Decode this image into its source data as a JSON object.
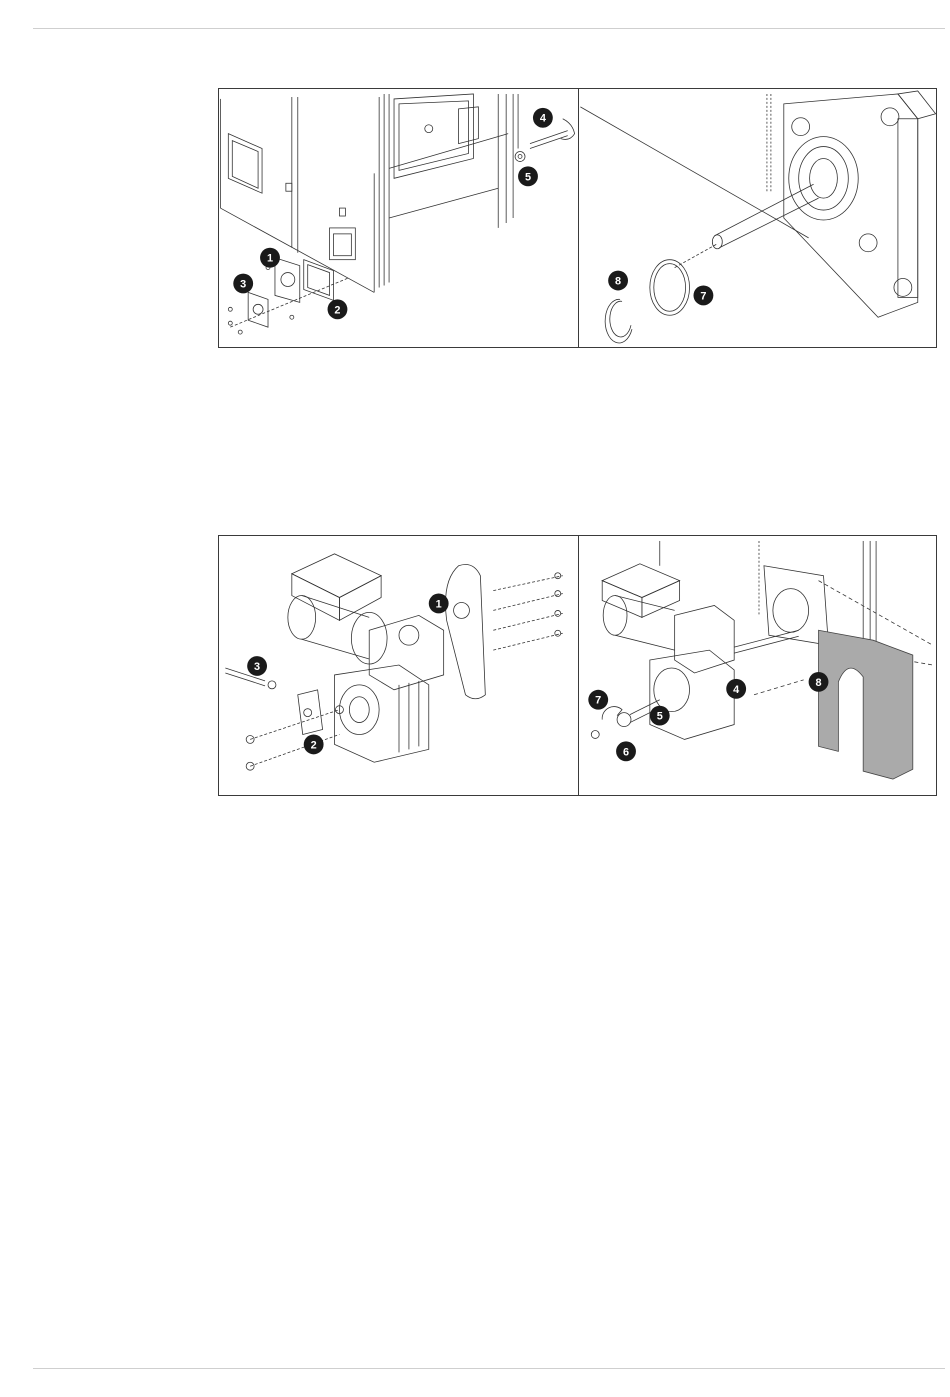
{
  "figure_top": {
    "left_panel": {
      "callouts": [
        {
          "id": "1",
          "label": "1"
        },
        {
          "id": "2",
          "label": "2"
        },
        {
          "id": "3",
          "label": "3"
        },
        {
          "id": "4",
          "label": "4"
        },
        {
          "id": "5",
          "label": "5"
        }
      ]
    },
    "right_panel": {
      "callouts": [
        {
          "id": "7",
          "label": "7"
        },
        {
          "id": "8",
          "label": "8"
        }
      ]
    }
  },
  "figure_bottom": {
    "left_panel": {
      "callouts": [
        {
          "id": "1",
          "label": "1"
        },
        {
          "id": "2",
          "label": "2"
        },
        {
          "id": "3",
          "label": "3"
        }
      ]
    },
    "right_panel": {
      "callouts": [
        {
          "id": "4",
          "label": "4"
        },
        {
          "id": "5",
          "label": "5"
        },
        {
          "id": "6",
          "label": "6"
        },
        {
          "id": "7",
          "label": "7"
        },
        {
          "id": "8",
          "label": "8"
        }
      ]
    }
  }
}
